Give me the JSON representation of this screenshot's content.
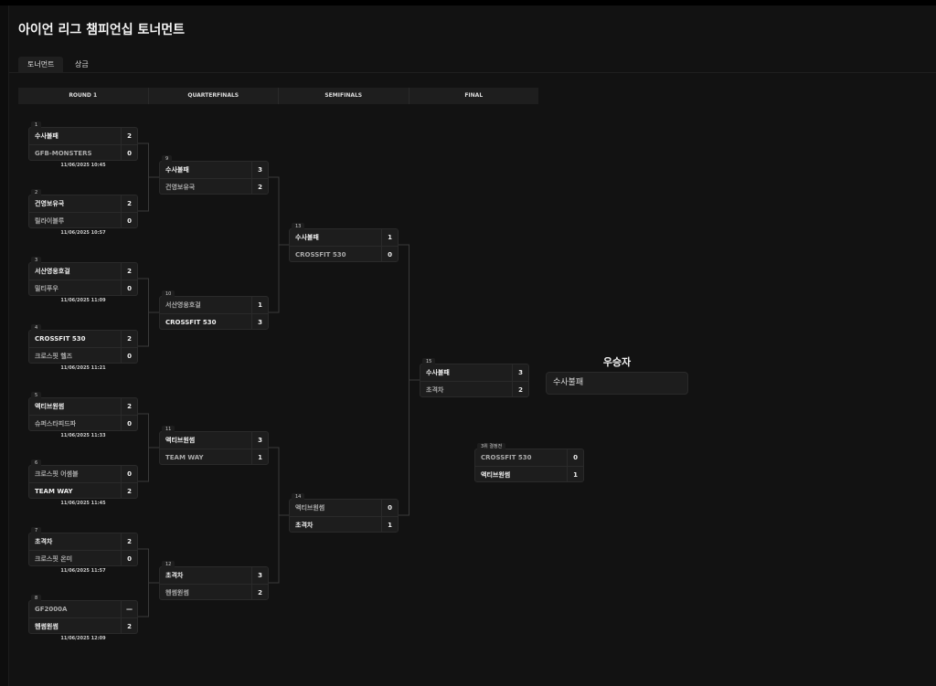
{
  "title": "아이언 리그 챔피언십 토너먼트",
  "tabs": [
    {
      "label": "토너먼트",
      "active": true
    },
    {
      "label": "상금",
      "active": false
    }
  ],
  "rounds": [
    "ROUND 1",
    "QUARTERFINALS",
    "SEMIFINALS",
    "FINAL"
  ],
  "matches": [
    {
      "no": "1",
      "round": 0,
      "teams": [
        {
          "name": "수사불패",
          "score": "2"
        },
        {
          "name": "GFB-MONSTERS",
          "score": "0"
        }
      ],
      "date": "11/06/2025 10:45"
    },
    {
      "no": "2",
      "round": 0,
      "teams": [
        {
          "name": "건영보유국",
          "score": "2"
        },
        {
          "name": "릴라이블루",
          "score": "0"
        }
      ],
      "date": "11/06/2025 10:57"
    },
    {
      "no": "3",
      "round": 0,
      "teams": [
        {
          "name": "서산영웅호걸",
          "score": "2"
        },
        {
          "name": "밀티푸우",
          "score": "0"
        }
      ],
      "date": "11/06/2025 11:09"
    },
    {
      "no": "4",
      "round": 0,
      "teams": [
        {
          "name": "CROSSFIT 530",
          "score": "2"
        },
        {
          "name": "크로스핏 헬즈",
          "score": "0"
        }
      ],
      "date": "11/06/2025 11:21"
    },
    {
      "no": "5",
      "round": 0,
      "teams": [
        {
          "name": "액티브원썸",
          "score": "2"
        },
        {
          "name": "슈퍼스타피드파",
          "score": "0"
        }
      ],
      "date": "11/06/2025 11:33"
    },
    {
      "no": "6",
      "round": 0,
      "teams": [
        {
          "name": "크로스핏 어셈블",
          "score": "0"
        },
        {
          "name": "TEAM WAY",
          "score": "2"
        }
      ],
      "date": "11/06/2025 11:45"
    },
    {
      "no": "7",
      "round": 0,
      "teams": [
        {
          "name": "초격차",
          "score": "2"
        },
        {
          "name": "크로스핏 온미",
          "score": "0"
        }
      ],
      "date": "11/06/2025 11:57"
    },
    {
      "no": "8",
      "round": 0,
      "teams": [
        {
          "name": "GF2000A",
          "score": "—"
        },
        {
          "name": "헨썸원썸",
          "score": "2"
        }
      ],
      "date": "11/06/2025 12:09"
    },
    {
      "no": "9",
      "round": 1,
      "teams": [
        {
          "name": "수사불패",
          "score": "3"
        },
        {
          "name": "건영보유국",
          "score": "2"
        }
      ]
    },
    {
      "no": "10",
      "round": 1,
      "teams": [
        {
          "name": "서산영웅호걸",
          "score": "1"
        },
        {
          "name": "CROSSFIT 530",
          "score": "3"
        }
      ]
    },
    {
      "no": "11",
      "round": 1,
      "teams": [
        {
          "name": "액티브원썸",
          "score": "3"
        },
        {
          "name": "TEAM WAY",
          "score": "1"
        }
      ]
    },
    {
      "no": "12",
      "round": 1,
      "teams": [
        {
          "name": "초격차",
          "score": "3"
        },
        {
          "name": "헨썸원썸",
          "score": "2"
        }
      ]
    },
    {
      "no": "13",
      "round": 2,
      "teams": [
        {
          "name": "수사불패",
          "score": "1"
        },
        {
          "name": "CROSSFIT 530",
          "score": "0"
        }
      ]
    },
    {
      "no": "14",
      "round": 2,
      "teams": [
        {
          "name": "액티브원썸",
          "score": "0"
        },
        {
          "name": "초격차",
          "score": "1"
        }
      ]
    },
    {
      "no": "15",
      "round": 3,
      "teams": [
        {
          "name": "수사불패",
          "score": "3"
        },
        {
          "name": "초격차",
          "score": "2"
        }
      ]
    }
  ],
  "third_place": {
    "no": "3위 결정전",
    "teams": [
      {
        "name": "CROSSFIT 530",
        "score": "0"
      },
      {
        "name": "액티브원썸",
        "score": "1"
      }
    ]
  },
  "winner": {
    "label": "우승자",
    "name": "수사불패"
  }
}
